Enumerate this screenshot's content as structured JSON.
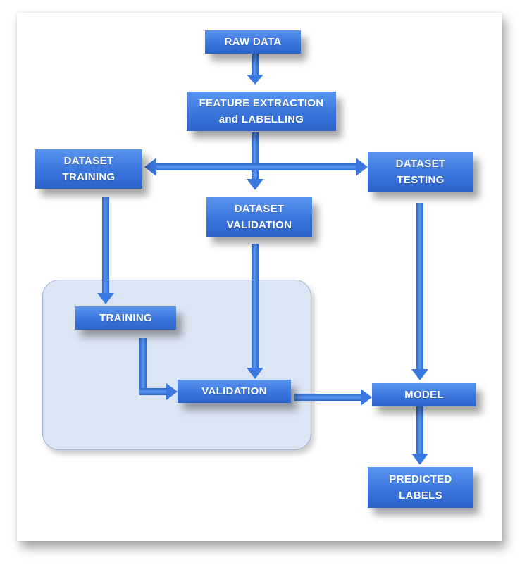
{
  "nodes": {
    "raw_data": "RAW DATA",
    "feature_extraction": "FEATURE EXTRACTION\nand LABELLING",
    "dataset_training": "DATASET\nTRAINING",
    "dataset_validation": "DATASET\nVALIDATION",
    "dataset_testing": "DATASET\nTESTING",
    "training": "TRAINING",
    "validation": "VALIDATION",
    "model": "MODEL",
    "predicted_labels": "PREDICTED\nLABELS"
  },
  "colors": {
    "box": "#3a75dc",
    "arrow": "#3b78e0",
    "group_fill": "#dbe5f3"
  }
}
